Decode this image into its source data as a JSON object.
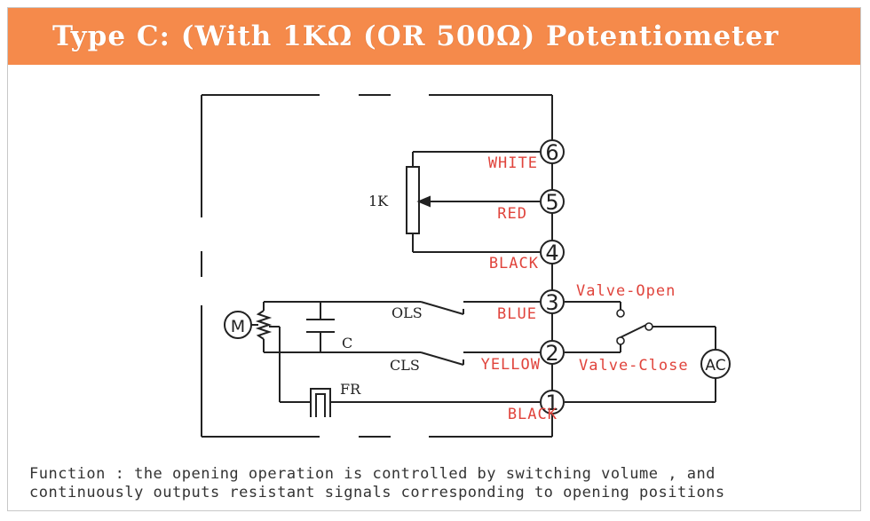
{
  "header": {
    "title": "Type C:  (With 1KΩ (OR 500Ω) Potentiometer"
  },
  "diagram": {
    "terminals": [
      {
        "num": "6",
        "wire": "WHITE"
      },
      {
        "num": "5",
        "wire": "RED"
      },
      {
        "num": "4",
        "wire": "BLACK"
      },
      {
        "num": "3",
        "wire": "BLUE"
      },
      {
        "num": "2",
        "wire": "YELLOW"
      },
      {
        "num": "1",
        "wire": "BLACK"
      }
    ],
    "labels": {
      "pot": "1K",
      "ols": "OLS",
      "cls": "CLS",
      "cap": "C",
      "fr": "FR",
      "motor": "M",
      "ac": "AC",
      "valve_open": "Valve-Open",
      "valve_close": "Valve-Close"
    },
    "colors": {
      "wire_label": "#e0443c",
      "header_bg": "#f58a4b",
      "line": "#222222"
    }
  },
  "footer": {
    "line1": "Function : the opening operation is controlled by switching volume , and",
    "line2": "continuously outputs resistant signals corresponding to opening positions"
  }
}
